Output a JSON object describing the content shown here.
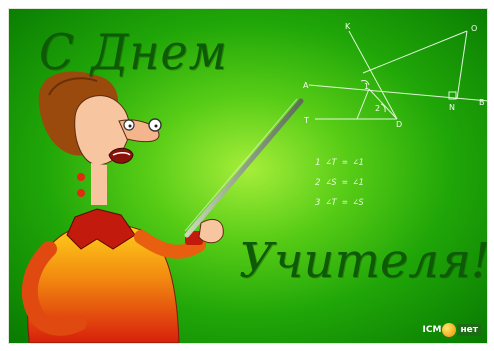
{
  "card": {
    "greeting_line1": "С Днем",
    "greeting_line2": "Учителя!"
  },
  "chalkboard": {
    "point_labels": [
      "K",
      "O",
      "A",
      "B",
      "T",
      "D",
      "N"
    ],
    "angle_labels": [
      "1",
      "2"
    ],
    "equations": [
      "1 ∠T = ∠1",
      "2 ∠S = ∠1",
      "3 ∠T = ∠S"
    ]
  },
  "logo": {
    "text": "ICM",
    "text2": "нет"
  },
  "colors": {
    "board_center": "#a6ee3a",
    "board_edge": "#087a02",
    "greeting_text": "#0f5a06",
    "chalk": "#f4fff0",
    "dress": "#e02a10",
    "hair": "#9a4a0c"
  }
}
